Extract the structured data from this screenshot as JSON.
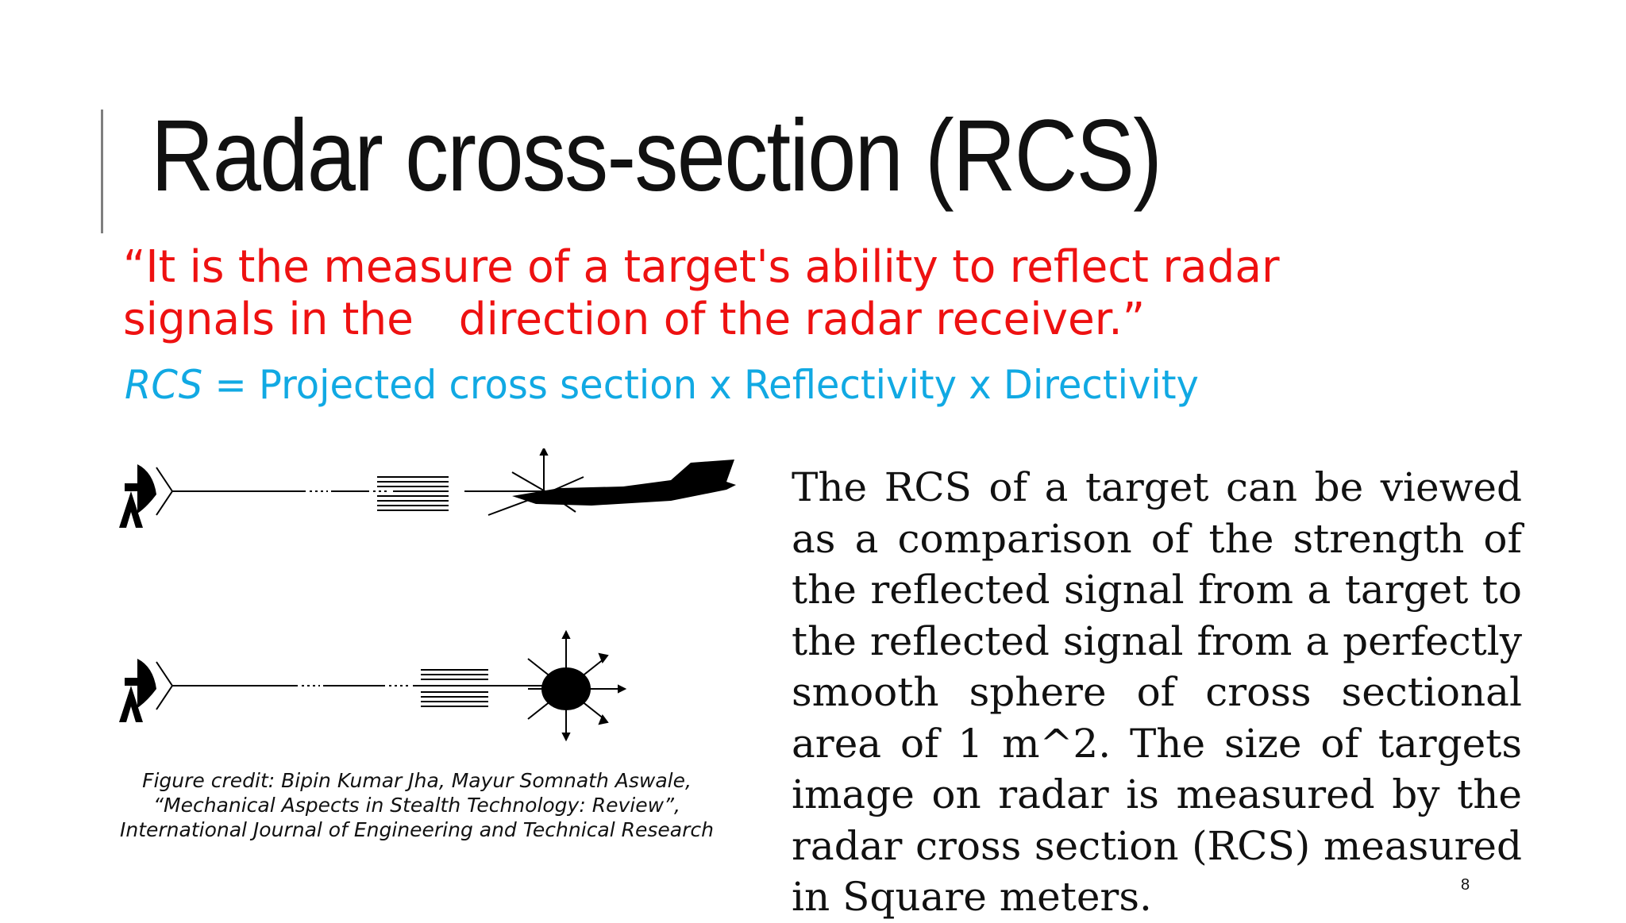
{
  "slide": {
    "title": "Radar cross-section (RCS)",
    "quote_line1": "“It is the measure of a target's ability to reflect radar",
    "quote_line2a": "signals in the",
    "quote_line2b": "direction of the radar receiver.”",
    "formula_symbol": "RCS",
    "formula_rest": " = Projected cross section x Reflectivity x Directivity",
    "description": "The RCS of a target can be viewed as a comparison of the strength of the reflected signal from a target to the reflected signal from a perfectly smooth sphere of cross sectional area of 1 m^2. The size of targets image on radar is measured by the radar cross section (RCS) measured in Square meters.",
    "credit_line1": "Figure credit: Bipin Kumar Jha, Mayur Somnath Aswale,",
    "credit_line2": "“Mechanical Aspects in Stealth Technology: Review”,",
    "credit_line3": "International Journal of Engineering and Technical Research",
    "page_number": "8"
  },
  "colors": {
    "quote": "#ee1111",
    "formula": "#11a9e3",
    "text": "#111111",
    "accent_bar": "#7f7f7f"
  },
  "figure": {
    "items": [
      "radar-dish-icon",
      "radar-beam-lines",
      "aircraft-silhouette",
      "sphere-target"
    ]
  }
}
